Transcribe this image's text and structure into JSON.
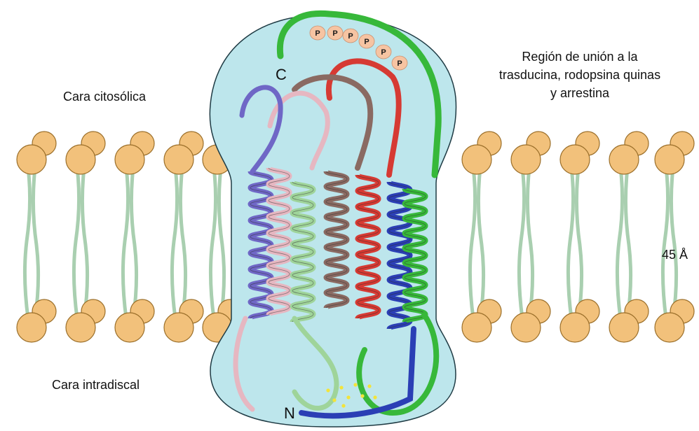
{
  "labels": {
    "cytosolic_face": "Cara citosólica",
    "intradiscal_face": "Cara intradiscal",
    "binding_region": [
      "Región de unión a la",
      "trasducina, rodopsina quinas",
      "y arrestina"
    ],
    "membrane_thickness": "45 Å",
    "c_terminus": "C",
    "n_terminus": "N",
    "phospho_mark": "P"
  },
  "phosphate_count": 6,
  "colors": {
    "protein_body": "#bde6ec",
    "lipid_head": "#f2c17b",
    "lipid_tail": "#a9cfb0",
    "phosphate": "#f6c4a2",
    "glycan_dot": "#f3e43a",
    "helix_pink": "#e6b7c1",
    "helix_purple": "#6f67c6",
    "helix_light_green": "#9fd49a",
    "helix_brown": "#8a6a62",
    "helix_red": "#d63a33",
    "helix_green": "#37b83a",
    "helix_blue": "#2b3fb5"
  }
}
